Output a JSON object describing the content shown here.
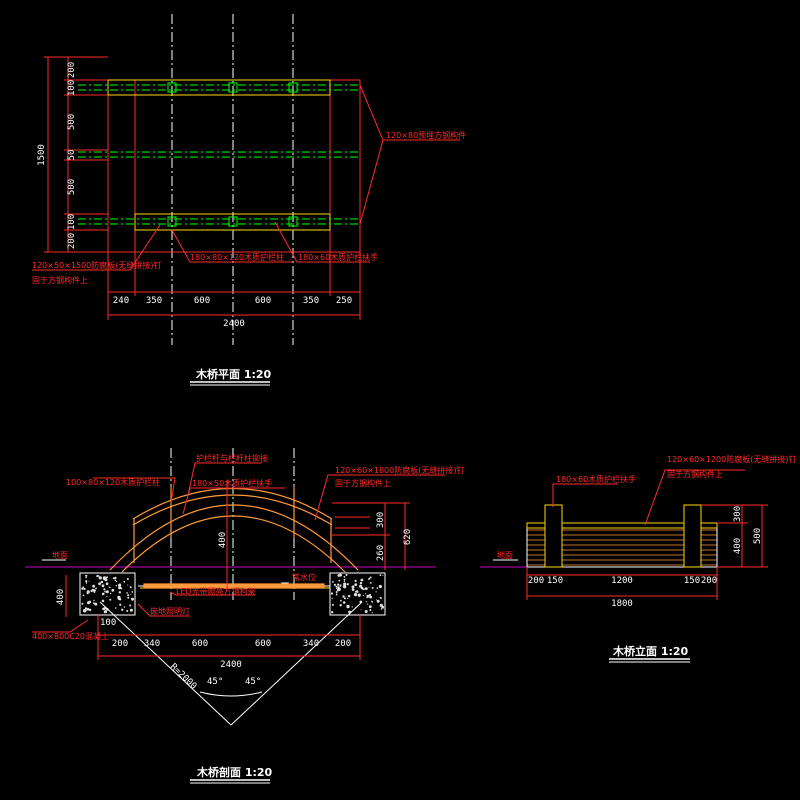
{
  "plan": {
    "title": "木桥平面 1:20",
    "dims_bottom": [
      "240",
      "350",
      "600",
      "600",
      "350",
      "250"
    ],
    "total_bottom": "2400",
    "dims_left": [
      "200",
      "100",
      "500",
      "50",
      "500",
      "100",
      "200"
    ],
    "total_left": "1500",
    "label_steel": "120×80预埋方钢构件",
    "label_post": "180×80×120木质护栏柱",
    "label_rail": "180×60木质护栏扶手",
    "label_deck_1": "120×50×1500防腐板(无缝拼接)钉",
    "label_deck_2": "固于方钢构件上"
  },
  "section": {
    "title": "木桥剖面 1:20",
    "label_post": "100×80×120木质护栏柱",
    "label_joint": "护栏杆与栏杆柱铆接",
    "label_rail": "180×50木质护栏扶手",
    "label_deck_1": "120×60×1800防腐板(无缝拼接)钉",
    "label_deck_2": "固于方钢构件上",
    "label_ground": "地面",
    "label_water": "常水位",
    "label_led": "LED光带照亮方钢构架",
    "label_light": "嵌地照明灯",
    "label_footing": "400×800C20混凝土",
    "dims_bottom": [
      "200",
      "340",
      "600",
      "600",
      "340",
      "200"
    ],
    "total_bottom": "2400",
    "dim_vertical": "400",
    "dims_right": [
      "300",
      "260"
    ],
    "total_right": "620",
    "dim_left": "400",
    "dim_left_small": "100",
    "radius": "R=2000",
    "angle": "45°"
  },
  "elevation": {
    "title": "木桥立面 1:20",
    "label_deck_1": "120×60×1200防腐板(无缝拼接)钉",
    "label_deck_2": "固于方钢构件上",
    "label_rail": "180×60木质护栏扶手",
    "label_ground": "地面",
    "dims_bottom": [
      "200",
      "150",
      "1200",
      "150",
      "200"
    ],
    "total_bottom": "1800",
    "dims_right": [
      "300",
      "400"
    ],
    "total_right": "500"
  }
}
